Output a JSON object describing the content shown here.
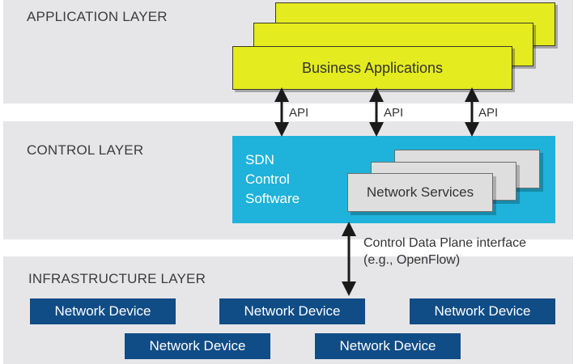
{
  "layers": {
    "application": "APPLICATION LAYER",
    "control": "CONTROL LAYER",
    "infrastructure": "INFRASTRUCTURE LAYER"
  },
  "application": {
    "business_applications": "Business Applications",
    "box_color": "#e4eb1e"
  },
  "api": {
    "labels": [
      "API",
      "API",
      "API"
    ]
  },
  "control": {
    "sdn_software_lines": [
      "SDN",
      "Control",
      "Software"
    ],
    "network_services": "Network Services",
    "sdn_color": "#1fb2da"
  },
  "interface": {
    "line1": "Control Data Plane interface",
    "line2": "(e.g., OpenFlow)"
  },
  "devices": {
    "labels": [
      "Network Device",
      "Network Device",
      "Network Device",
      "Network Device",
      "Network Device"
    ],
    "color": "#104c85"
  },
  "colors": {
    "band": "#e6e6e8"
  }
}
